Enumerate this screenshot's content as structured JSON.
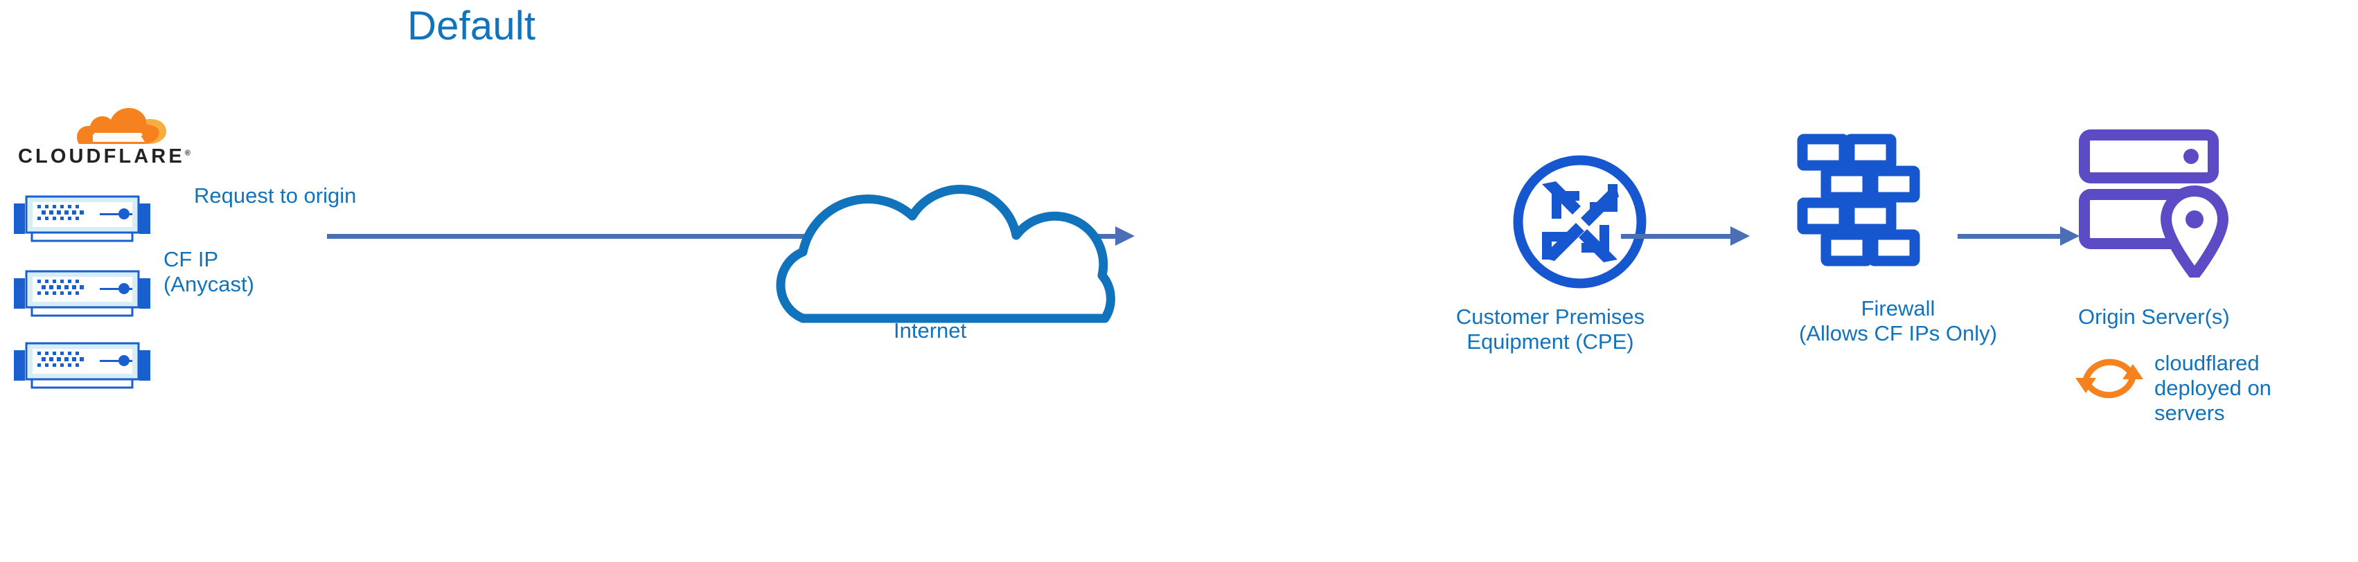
{
  "title": "Default",
  "colors": {
    "cf_blue": "#1273bd",
    "arrow_blue": "#4a6fb4",
    "icon_blue": "#1657cf",
    "server_blue": "#1a5fd0",
    "origin_purple": "#5b4bc4",
    "cloudflare_orange": "#f6821f",
    "cloudflare_orange_light": "#faad3f",
    "wordmark_black": "#222222",
    "background": "#ffffff"
  },
  "logo": {
    "name": "cloudflare-logo",
    "wordmark": "CLOUDFLARE",
    "registered_mark": "®"
  },
  "nodes": {
    "cloudflare_edge": {
      "icon": "server-rack-icon",
      "server_count": 3,
      "label_primary": "CF IP",
      "label_secondary": "(Anycast)"
    },
    "internet": {
      "icon": "cloud-icon",
      "label": "Internet"
    },
    "cpe": {
      "icon": "router-icon",
      "label_line1": "Customer Premises",
      "label_line2": "Equipment (CPE)"
    },
    "firewall": {
      "icon": "brick-wall-icon",
      "label_line1": "Firewall",
      "label_line2": "(Allows CF IPs Only)"
    },
    "origin": {
      "icon": "origin-server-icon",
      "label": "Origin Server(s)",
      "note_icon": "sync-arrows-icon",
      "note_line1": "cloudflared",
      "note_line2": "deployed on",
      "note_line3": "servers"
    }
  },
  "edges": {
    "cf_to_internet": {
      "label": "Request to origin",
      "from": "cloudflare_edge",
      "to": "internet"
    },
    "cpe_to_firewall": {
      "label": "",
      "from": "cpe",
      "to": "firewall"
    },
    "firewall_to_origin": {
      "label": "",
      "from": "firewall",
      "to": "origin"
    }
  }
}
